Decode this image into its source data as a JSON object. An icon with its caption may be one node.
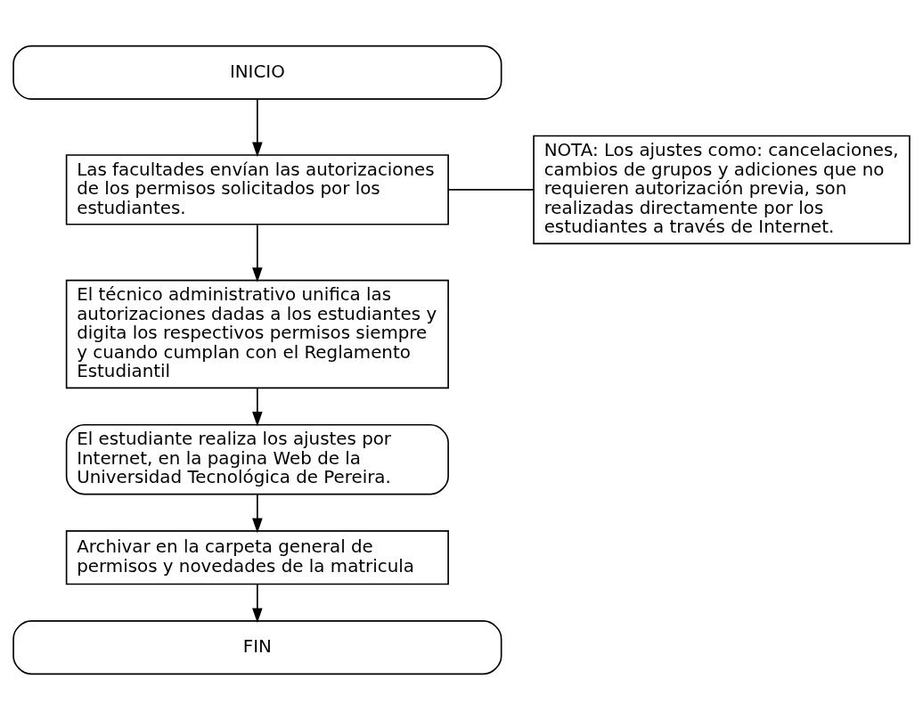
{
  "diagram": {
    "nodes": [
      {
        "text": [
          "INICIO"
        ]
      },
      {
        "text": [
          "Las facultades envían las autorizaciones de los permisos solicitados por los estudiantes."
        ]
      },
      {
        "text": [
          "El técnico administrativo unifica las autorizaciones dadas a los estudiantes y digita los respectivos permisos siempre y cuando cumplan con el Reglamento Estudiantil"
        ]
      },
      {
        "text": [
          "El estudiante realiza los ajustes por Internet, en la pagina Web de la Universidad Tecnológica de Pereira."
        ]
      },
      {
        "text": [
          "Archivar en la carpeta general de permisos y novedades de la matricula"
        ]
      },
      {
        "text": [
          "FIN"
        ]
      },
      {
        "text": [
          "NOTA: Los ajustes como: cancelaciones, cambios de grupos y adiciones que no requieren autorización previa, son realizadas directamente por los estudiantes a través de Internet."
        ]
      }
    ],
    "edges": [
      {
        "from": 0,
        "to": 1,
        "arrow": "to"
      },
      {
        "from": 1,
        "to": 2,
        "arrow": "to"
      },
      {
        "from": 2,
        "to": 3,
        "arrow": "to"
      },
      {
        "from": 3,
        "to": 4,
        "arrow": "to"
      },
      {
        "from": 4,
        "to": 5,
        "arrow": "to"
      },
      {
        "from": 6,
        "to": 1,
        "arrow": "none"
      }
    ]
  }
}
